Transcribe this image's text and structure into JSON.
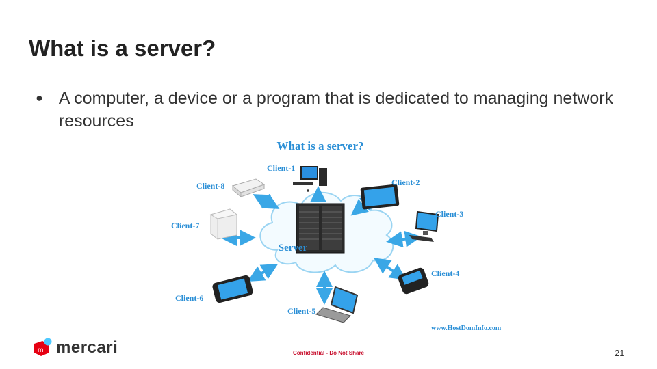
{
  "slide": {
    "title": "What is a server?",
    "bullet": "A computer, a device or a program that is dedicated to managing network resources"
  },
  "diagram": {
    "title": "What is a server?",
    "center_label": "Server",
    "clients": [
      "Client-1",
      "Client-2",
      "Client-3",
      "Client-4",
      "Client-5",
      "Client-6",
      "Client-7",
      "Client-8"
    ],
    "watermark": "www.HostDomInfo.com"
  },
  "footer": {
    "logo_text": "mercari",
    "confidential": "Confidential - Do Not Share",
    "page_number": "21"
  },
  "colors": {
    "accent_blue": "#2b8fd6",
    "arrow_blue": "#3aa7e6",
    "brand_red": "#e60012",
    "brand_blue": "#4dc9ff"
  }
}
